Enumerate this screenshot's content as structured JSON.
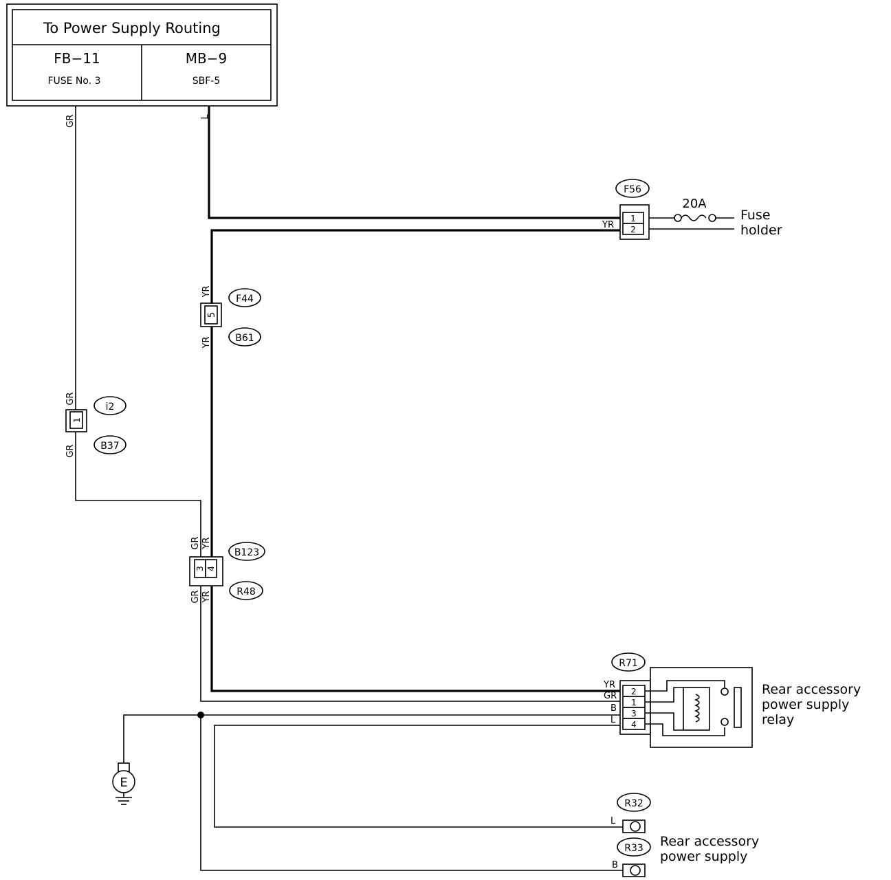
{
  "header": {
    "title": "To Power Supply Routing",
    "left_code": "FB−11",
    "left_sub": "FUSE No. 3",
    "right_code": "MB−9",
    "right_sub": "SBF-5"
  },
  "fuse_holder": {
    "connector": "F56",
    "rating": "20A",
    "label_line1": "Fuse",
    "label_line2": "holder",
    "pins": [
      "1",
      "2"
    ],
    "wire_color": "YR"
  },
  "wires": {
    "gr": "GR",
    "l": "L",
    "yr": "YR",
    "b": "B"
  },
  "connectors": {
    "f44": "F44",
    "b61": "B61",
    "f44_pin": "5",
    "i2": "i2",
    "b37": "B37",
    "i2_pin": "1",
    "b123": "B123",
    "r48": "R48",
    "b123_pins": [
      "3",
      "4"
    ],
    "r71": "R71",
    "r32": "R32",
    "r33": "R33"
  },
  "relay": {
    "label_line1": "Rear accessory",
    "label_line2": "power supply",
    "label_line3": "relay",
    "pins": [
      "2",
      "1",
      "3",
      "4"
    ],
    "wire_colors": [
      "YR",
      "GR",
      "B",
      "L"
    ]
  },
  "ground": {
    "label": "E"
  },
  "rear_supply": {
    "label_line1": "Rear accessory",
    "label_line2": "power supply"
  }
}
